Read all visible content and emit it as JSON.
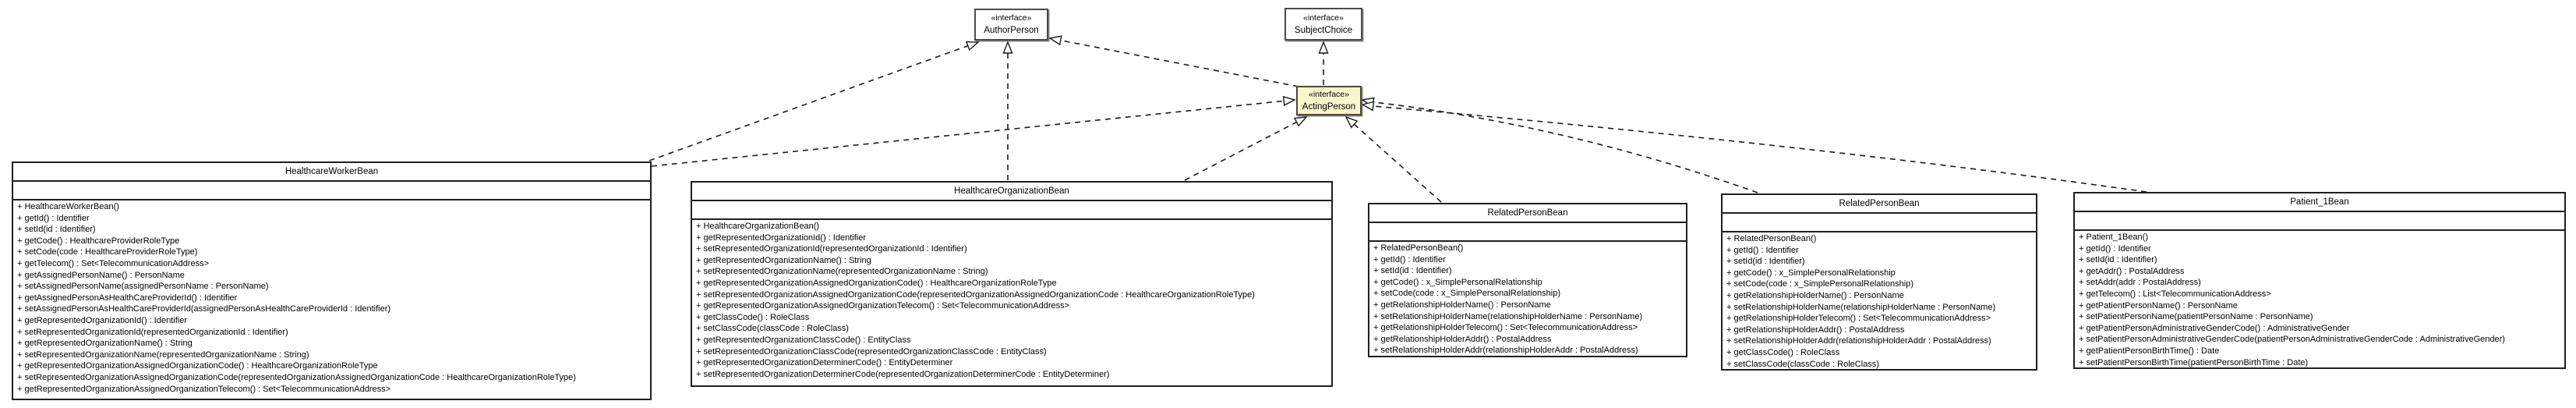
{
  "diagram": {
    "colors": {
      "background": "#ffffff",
      "interface_fill": "#ffffff",
      "acting_person_fill": "#fbf5cd",
      "box_border": "#1f1f1f",
      "edge_color": "#1c1c1c"
    },
    "interfaces": [
      {
        "stereotype": "«interface»",
        "name": "AuthorPerson"
      },
      {
        "stereotype": "«interface»",
        "name": "SubjectChoice"
      },
      {
        "stereotype": "«interface»",
        "name": "ActingPerson"
      }
    ],
    "classes": [
      {
        "name": "HealthcareWorkerBean",
        "methods": [
          "+ HealthcareWorkerBean()",
          "+ getId() : Identifier",
          "+ setId(id : Identifier)",
          "+ getCode() : HealthcareProviderRoleType",
          "+ setCode(code : HealthcareProviderRoleType)",
          "+ getTelecom() : Set<TelecommunicationAddress>",
          "+ getAssignedPersonName() : PersonName",
          "+ setAssignedPersonName(assignedPersonName : PersonName)",
          "+ getAssignedPersonAsHealthCareProviderId() : Identifier",
          "+ setAssignedPersonAsHealthCareProviderId(assignedPersonAsHealthCareProviderId : Identifier)",
          "+ getRepresentedOrganizationId() : Identifier",
          "+ setRepresentedOrganizationId(representedOrganizationId : Identifier)",
          "+ getRepresentedOrganizationName() : String",
          "+ setRepresentedOrganizationName(representedOrganizationName : String)",
          "+ getRepresentedOrganizationAssignedOrganizationCode() : HealthcareOrganizationRoleType",
          "+ setRepresentedOrganizationAssignedOrganizationCode(representedOrganizationAssignedOrganizationCode : HealthcareOrganizationRoleType)",
          "+ getRepresentedOrganizationAssignedOrganizationTelecom() : Set<TelecommunicationAddress>"
        ]
      },
      {
        "name": "HealthcareOrganizationBean",
        "methods": [
          "+ HealthcareOrganizationBean()",
          "+ getRepresentedOrganizationId() : Identifier",
          "+ setRepresentedOrganizationId(representedOrganizationId : Identifier)",
          "+ getRepresentedOrganizationName() : String",
          "+ setRepresentedOrganizationName(representedOrganizationName : String)",
          "+ getRepresentedOrganizationAssignedOrganizationCode() : HealthcareOrganizationRoleType",
          "+ setRepresentedOrganizationAssignedOrganizationCode(representedOrganizationAssignedOrganizationCode : HealthcareOrganizationRoleType)",
          "+ getRepresentedOrganizationAssignedOrganizationTelecom() : Set<TelecommunicationAddress>",
          "+ getClassCode() : RoleClass",
          "+ setClassCode(classCode : RoleClass)",
          "+ getRepresentedOrganizationClassCode() : EntityClass",
          "+ setRepresentedOrganizationClassCode(representedOrganizationClassCode : EntityClass)",
          "+ getRepresentedOrganizationDeterminerCode() : EntityDeterminer",
          "+ setRepresentedOrganizationDeterminerCode(representedOrganizationDeterminerCode : EntityDeterminer)"
        ]
      },
      {
        "name": "RelatedPersonBean",
        "methods": [
          "+ RelatedPersonBean()",
          "+ getId() : Identifier",
          "+ setId(id : Identifier)",
          "+ getCode() : x_SimplePersonalRelationship",
          "+ setCode(code : x_SimplePersonalRelationship)",
          "+ getRelationshipHolderName() : PersonName",
          "+ setRelationshipHolderName(relationshipHolderName : PersonName)",
          "+ getRelationshipHolderTelecom() : Set<TelecommunicationAddress>",
          "+ getRelationshipHolderAddr() : PostalAddress",
          "+ setRelationshipHolderAddr(relationshipHolderAddr : PostalAddress)"
        ]
      },
      {
        "name": "RelatedPersonBean",
        "methods": [
          "+ RelatedPersonBean()",
          "+ getId() : Identifier",
          "+ setId(id : Identifier)",
          "+ getCode() : x_SimplePersonalRelationship",
          "+ setCode(code : x_SimplePersonalRelationship)",
          "+ getRelationshipHolderName() : PersonName",
          "+ setRelationshipHolderName(relationshipHolderName : PersonName)",
          "+ getRelationshipHolderTelecom() : Set<TelecommunicationAddress>",
          "+ getRelationshipHolderAddr() : PostalAddress",
          "+ setRelationshipHolderAddr(relationshipHolderAddr : PostalAddress)",
          "+ getClassCode() : RoleClass",
          "+ setClassCode(classCode : RoleClass)"
        ]
      },
      {
        "name": "Patient_1Bean",
        "methods": [
          "+ Patient_1Bean()",
          "+ getId() : Identifier",
          "+ setId(id : Identifier)",
          "+ getAddr() : PostalAddress",
          "+ setAddr(addr : PostalAddress)",
          "+ getTelecom() : List<TelecommunicationAddress>",
          "+ getPatientPersonName() : PersonName",
          "+ setPatientPersonName(patientPersonName : PersonName)",
          "+ getPatientPersonAdministrativeGenderCode() : AdministrativeGender",
          "+ setPatientPersonAdministrativeGenderCode(patientPersonAdministrativeGenderCode : AdministrativeGender)",
          "+ getPatientPersonBirthTime() : Date",
          "+ setPatientPersonBirthTime(patientPersonBirthTime : Date)"
        ]
      }
    ]
  }
}
